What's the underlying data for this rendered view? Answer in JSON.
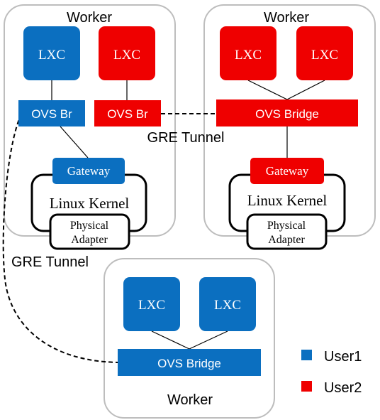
{
  "colors": {
    "user1": "#0b6fc0",
    "user2": "#ef0000",
    "worker_border": "#bdbdbd",
    "kernel_border": "#000000",
    "line": "#000000",
    "text_light": "#ffffff",
    "text_dark": "#000000"
  },
  "workers": {
    "left": {
      "title": "Worker",
      "lxc1": "LXC",
      "lxc2": "LXC",
      "ovs_br_user1": "OVS Br",
      "ovs_br_user2": "OVS Br",
      "gateway": "Gateway",
      "kernel": "Linux Kernel",
      "adapter_line1": "Physical",
      "adapter_line2": "Adapter"
    },
    "right": {
      "title": "Worker",
      "lxc1": "LXC",
      "lxc2": "LXC",
      "ovs_bridge": "OVS Bridge",
      "gateway": "Gateway",
      "kernel": "Linux Kernel",
      "adapter_line1": "Physical",
      "adapter_line2": "Adapter"
    },
    "bottom": {
      "title": "Worker",
      "lxc1": "LXC",
      "lxc2": "LXC",
      "ovs_bridge": "OVS Bridge"
    }
  },
  "tunnels": {
    "top": "GRE Tunnel",
    "left": "GRE Tunnel"
  },
  "legend": [
    {
      "label": "User1",
      "color": "#0b6fc0"
    },
    {
      "label": "User2",
      "color": "#ef0000"
    }
  ]
}
